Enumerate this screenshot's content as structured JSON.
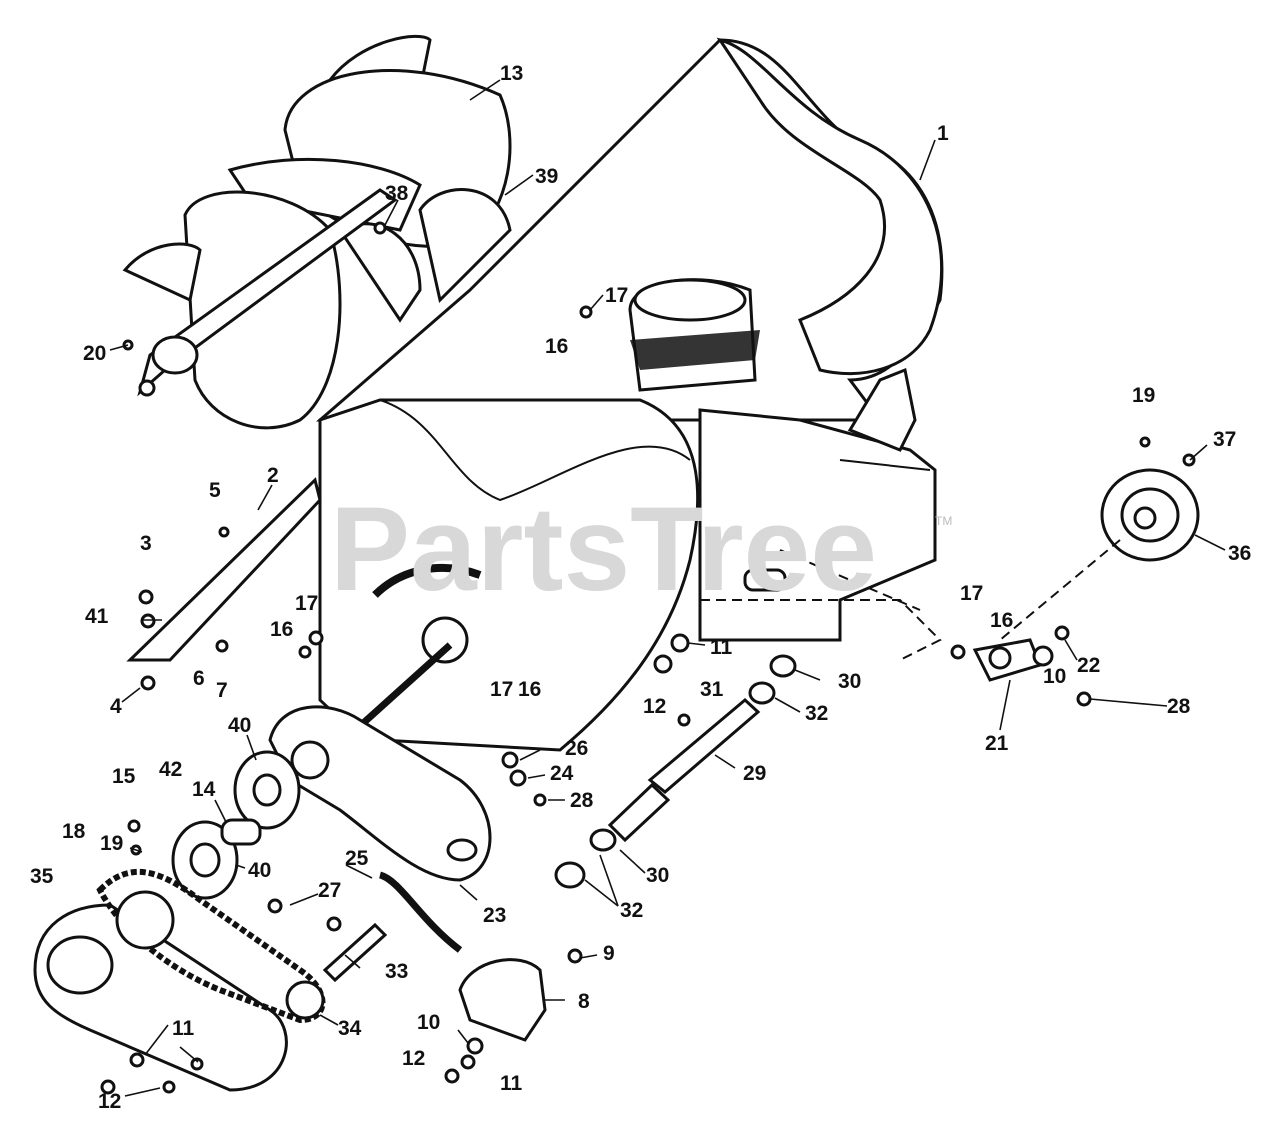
{
  "watermark": {
    "text": "PartsTree",
    "tm": "TM"
  },
  "callouts": [
    {
      "id": "c13",
      "text": "13"
    },
    {
      "id": "c1",
      "text": "1"
    },
    {
      "id": "c39",
      "text": "39"
    },
    {
      "id": "c38",
      "text": "38"
    },
    {
      "id": "c17a",
      "text": "17"
    },
    {
      "id": "c16a",
      "text": "16"
    },
    {
      "id": "c20",
      "text": "20"
    },
    {
      "id": "c19a",
      "text": "19"
    },
    {
      "id": "c37",
      "text": "37"
    },
    {
      "id": "c36",
      "text": "36"
    },
    {
      "id": "c5",
      "text": "5"
    },
    {
      "id": "c2",
      "text": "2"
    },
    {
      "id": "c3",
      "text": "3"
    },
    {
      "id": "c41",
      "text": "41"
    },
    {
      "id": "c17b",
      "text": "17"
    },
    {
      "id": "c16b",
      "text": "16"
    },
    {
      "id": "c6",
      "text": "6"
    },
    {
      "id": "c7",
      "text": "7"
    },
    {
      "id": "c4",
      "text": "4"
    },
    {
      "id": "c17c",
      "text": "17"
    },
    {
      "id": "c16c",
      "text": "16"
    },
    {
      "id": "c22",
      "text": "22"
    },
    {
      "id": "c10a",
      "text": "10"
    },
    {
      "id": "c28a",
      "text": "28"
    },
    {
      "id": "c21",
      "text": "21"
    },
    {
      "id": "c11a",
      "text": "11"
    },
    {
      "id": "c30a",
      "text": "30"
    },
    {
      "id": "c12a",
      "text": "12"
    },
    {
      "id": "c31",
      "text": "31"
    },
    {
      "id": "c32a",
      "text": "32"
    },
    {
      "id": "c17d",
      "text": "17"
    },
    {
      "id": "c16d",
      "text": "16"
    },
    {
      "id": "c26",
      "text": "26"
    },
    {
      "id": "c24",
      "text": "24"
    },
    {
      "id": "c28b",
      "text": "28"
    },
    {
      "id": "c29",
      "text": "29"
    },
    {
      "id": "c40a",
      "text": "40"
    },
    {
      "id": "c42",
      "text": "42"
    },
    {
      "id": "c15",
      "text": "15"
    },
    {
      "id": "c14",
      "text": "14"
    },
    {
      "id": "c19b",
      "text": "19"
    },
    {
      "id": "c40b",
      "text": "40"
    },
    {
      "id": "c18",
      "text": "18"
    },
    {
      "id": "c35",
      "text": "35"
    },
    {
      "id": "c25",
      "text": "25"
    },
    {
      "id": "c27",
      "text": "27"
    },
    {
      "id": "c23",
      "text": "23"
    },
    {
      "id": "c30b",
      "text": "30"
    },
    {
      "id": "c32b",
      "text": "32"
    },
    {
      "id": "c33",
      "text": "33"
    },
    {
      "id": "c9",
      "text": "9"
    },
    {
      "id": "c8",
      "text": "8"
    },
    {
      "id": "c34",
      "text": "34"
    },
    {
      "id": "c11b",
      "text": "11"
    },
    {
      "id": "c10b",
      "text": "10"
    },
    {
      "id": "c12b",
      "text": "12"
    },
    {
      "id": "c11c",
      "text": "11"
    },
    {
      "id": "c12c",
      "text": "12"
    }
  ]
}
